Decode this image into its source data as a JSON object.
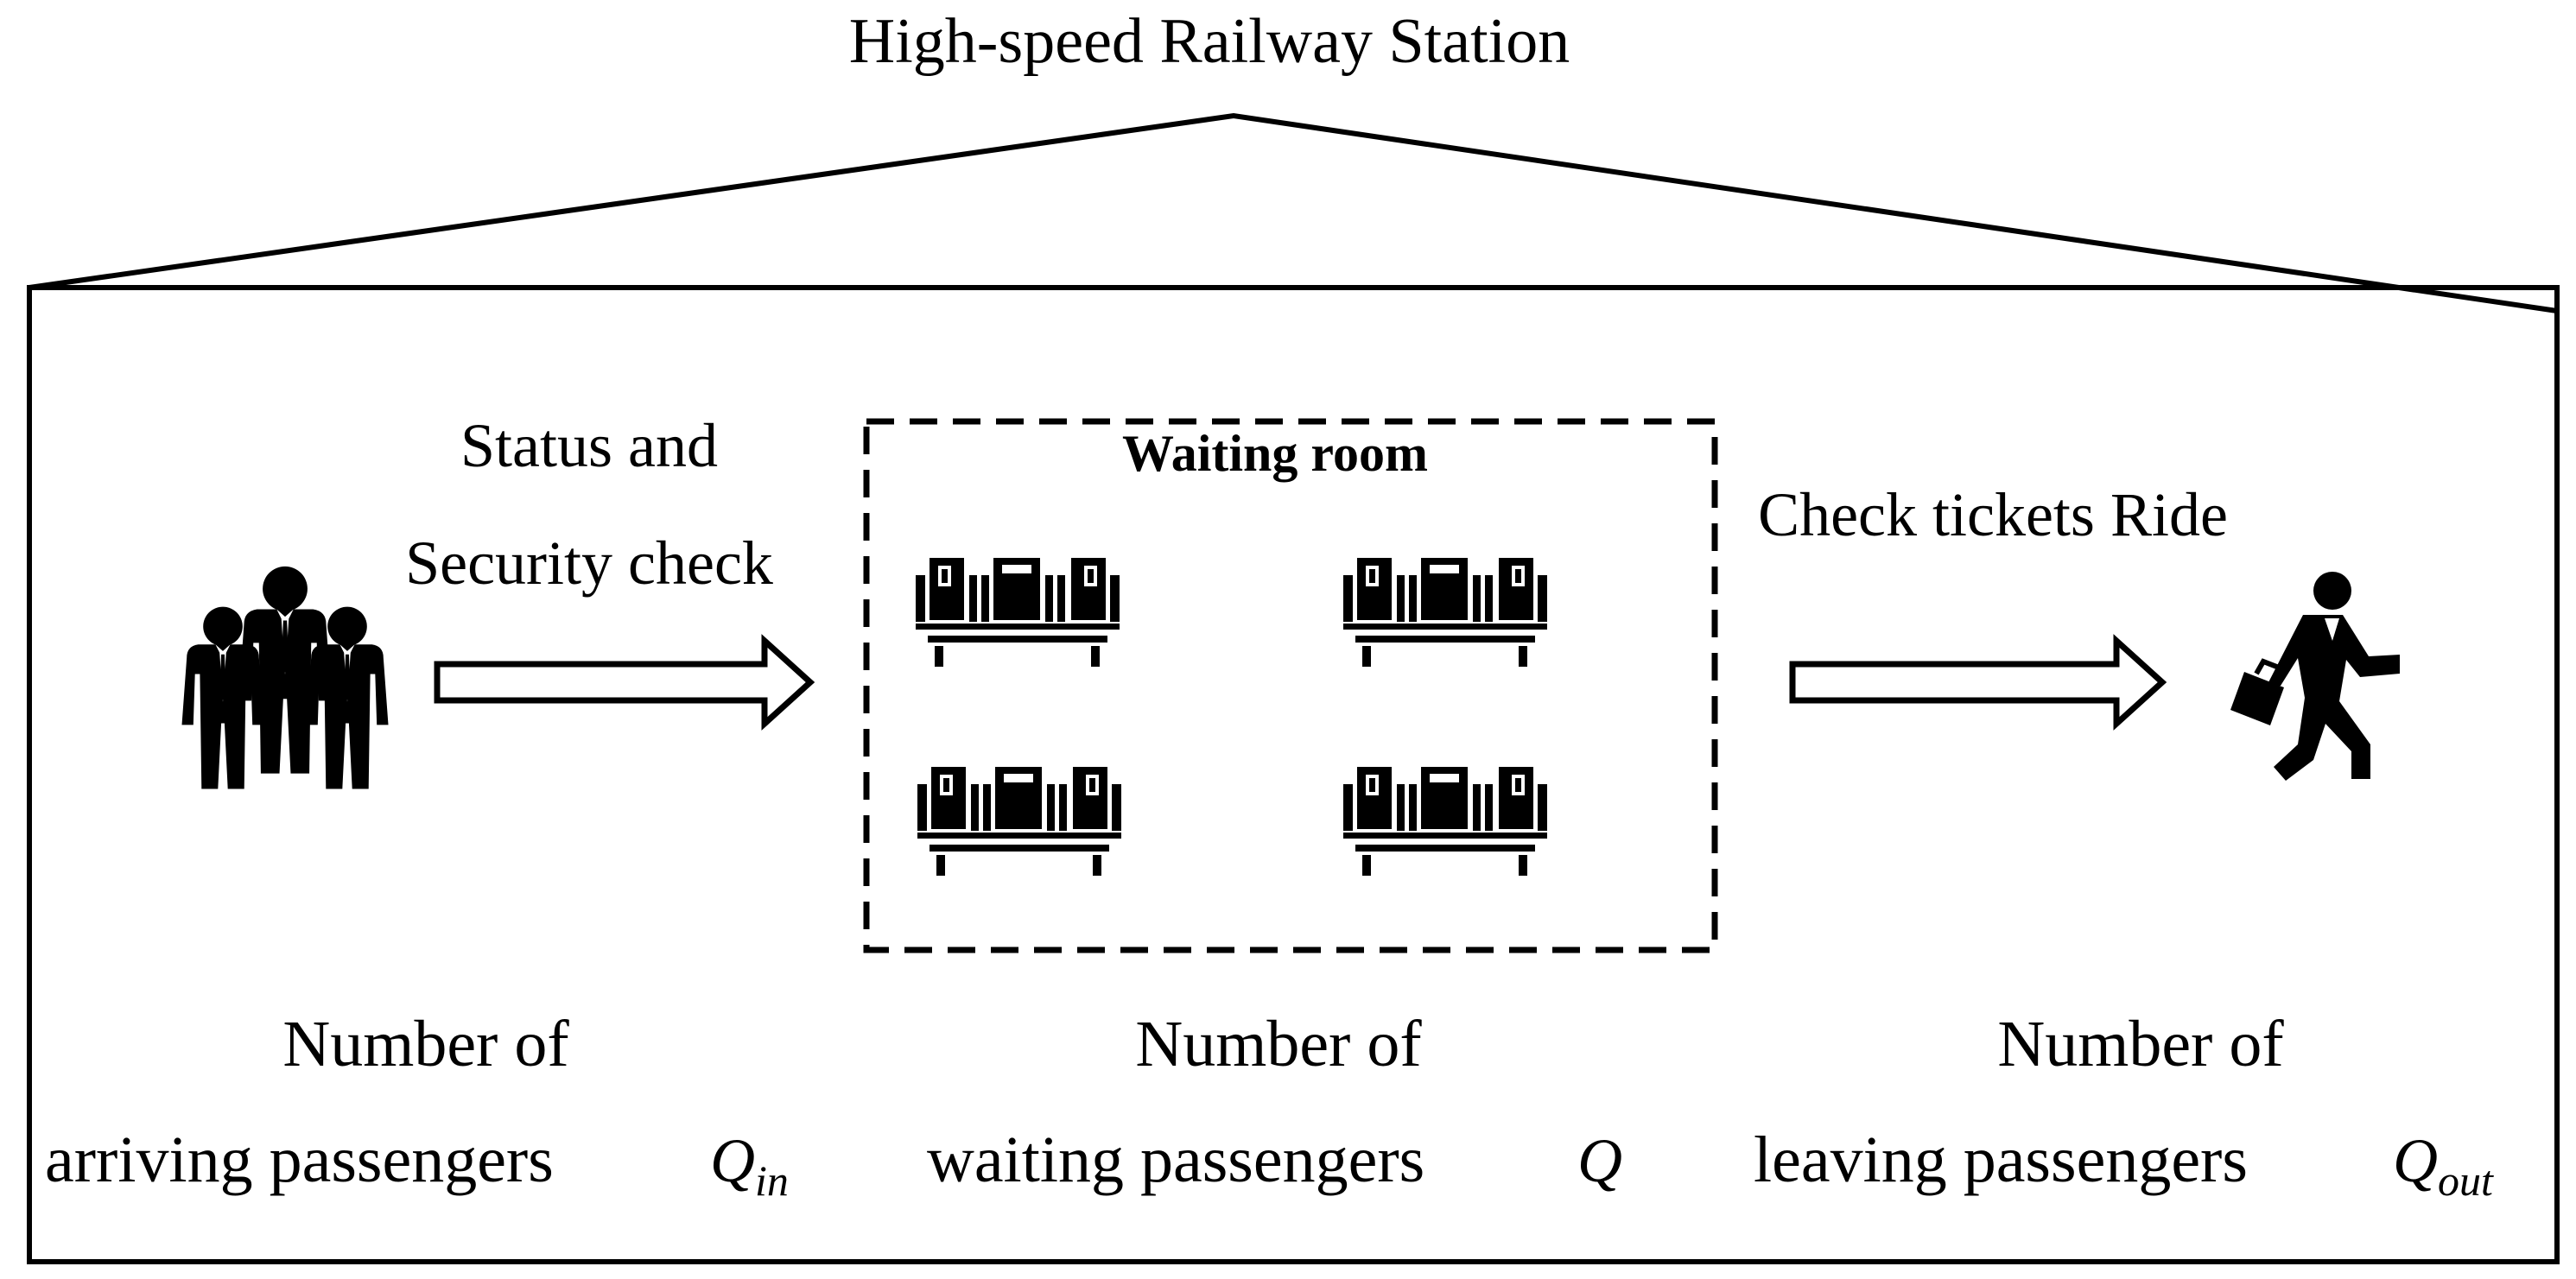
{
  "diagram": {
    "title": "High-speed Railway Station",
    "waiting_room_label": "Waiting room",
    "step_in_line1": "Status and",
    "step_in_line2": "Security check",
    "step_out_label": "Check tickets Ride",
    "arriving": {
      "line1": "Number of",
      "line2": "arriving passengers",
      "symbol": "Q",
      "subscript": "in"
    },
    "waiting": {
      "line1": "Number of",
      "line2": "waiting passengers",
      "symbol": "Q"
    },
    "leaving": {
      "line1": "Number of",
      "line2": "leaving passengers",
      "symbol": "Q",
      "subscript": "out"
    },
    "icons": {
      "arriving": "passenger-group-icon",
      "leaving": "running-businessman-icon",
      "seats": "waiting-bench-icon"
    },
    "colors": {
      "stroke": "#000000",
      "background": "#ffffff"
    }
  }
}
